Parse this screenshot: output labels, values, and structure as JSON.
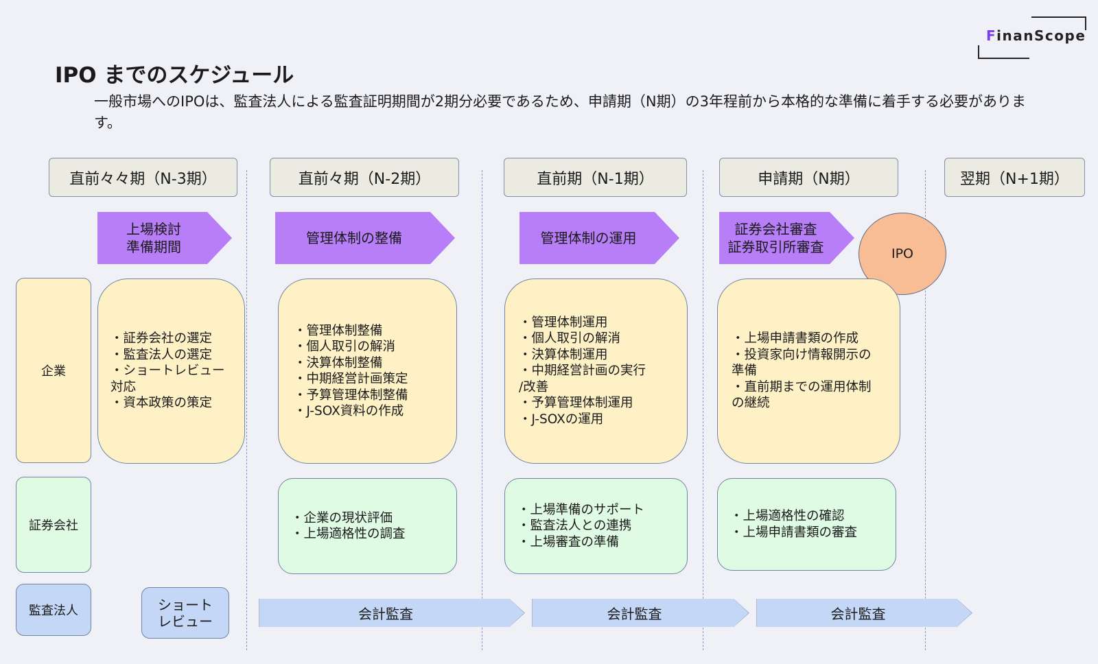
{
  "logo": {
    "accent_letter": "F",
    "rest": "inanScope"
  },
  "title": "IPO までのスケジュール",
  "lead": "一般市場へのIPOは、監査法人による監査証明期間が2期分必要であるため、申請期（N期）の3年程前から本格的な準備に着手する必要があります。",
  "phases": [
    "直前々々期（N-3期）",
    "直前々期（N-2期）",
    "直前期（N-1期）",
    "申請期（N期）",
    "翌期（N+1期）"
  ],
  "milestones": [
    {
      "lines": [
        "上場検討",
        "準備期間"
      ]
    },
    {
      "lines": [
        "管理体制の整備"
      ]
    },
    {
      "lines": [
        "管理体制の運用"
      ]
    },
    {
      "lines": [
        "証券会社審査",
        "証券取引所審査"
      ]
    }
  ],
  "ipo_label": "IPO",
  "rows": {
    "company": {
      "label": "企業",
      "cells": [
        [
          "・証券会社の選定",
          "・監査法人の選定",
          "・ショートレビュー",
          "対応",
          "・資本政策の策定"
        ],
        [
          "・管理体制整備",
          "・個人取引の解消",
          "・決算体制整備",
          "・中期経営計画策定",
          "・予算管理体制整備",
          "・J-SOX資料の作成"
        ],
        [
          "・管理体制運用",
          "・個人取引の解消",
          "・決算体制運用",
          "・中期経営計画の実行",
          "/改善",
          "・予算管理体制運用",
          "・J-SOXの運用"
        ],
        [
          "・上場申請書類の作成",
          "・投資家向け情報開示の",
          "準備",
          "・直前期までの運用体制",
          "の継続"
        ]
      ]
    },
    "securities": {
      "label": "証券会社",
      "cells": [
        [
          "・企業の現状評価",
          "・上場適格性の調査"
        ],
        [
          "・上場準備のサポート",
          "・監査法人との連携",
          "・上場審査の準備"
        ],
        [
          "・上場適格性の確認",
          "・上場申請書類の審査"
        ]
      ]
    },
    "audit": {
      "label": "監査法人",
      "short_review": [
        "ショート",
        "レビュー"
      ],
      "arrows": [
        "会計監査",
        "会計監査",
        "会計監査"
      ]
    }
  }
}
